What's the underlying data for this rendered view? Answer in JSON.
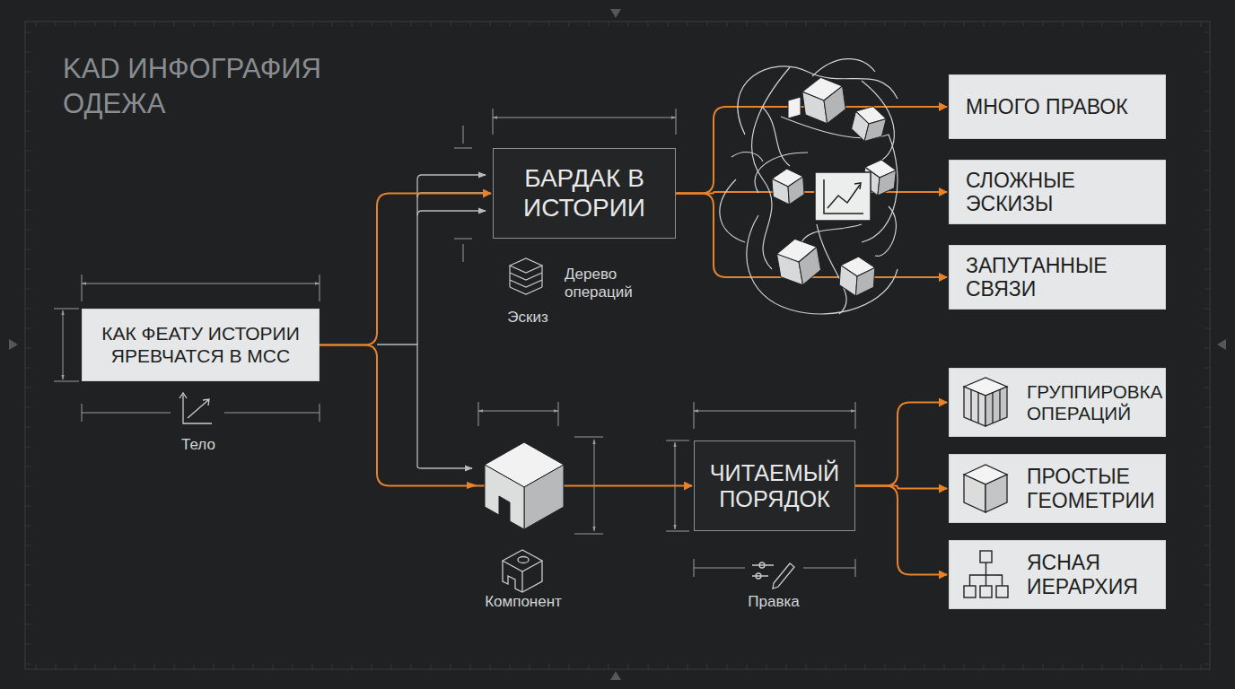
{
  "diagram": {
    "title": "KAD ИНФОГРАФИЯ ОДЕЖА",
    "nodes": [
      {
        "text": [
          "КАК ФЕАТУ ИСТОРИИ ЯРЕВЧАТСЯ В МСС"
        ]
      },
      {
        "text": [
          "БАРДАК В ИСТОРИИ"
        ]
      },
      {
        "text": [
          "ЧИТАЕМЫЙ ПОРЯДОК"
        ]
      },
      {
        "text": [
          "МНОГО ПРАВОК"
        ]
      },
      {
        "text": [
          "СЛОЖНЫЕ ЭСКИЗЫ"
        ]
      },
      {
        "text": [
          "ЗАПУТАННЫЕ СВЯЗИ"
        ]
      },
      {
        "text": [
          "ГРУППИРОВКА ОПЕРАЦИЙ"
        ]
      },
      {
        "text": [
          "ПРОСТЫЕ ГЕОМЕТРИИ"
        ]
      },
      {
        "text": [
          "ЯСНАЯ ИЕРАРХИЯ"
        ]
      }
    ],
    "edges": [
      {
        "from": 0,
        "to": 1,
        "arrow": "to"
      },
      {
        "from": 0,
        "to": 2,
        "arrow": "to"
      },
      {
        "from": 1,
        "to": 3,
        "arrow": "to"
      },
      {
        "from": 1,
        "to": 4,
        "arrow": "to"
      },
      {
        "from": 1,
        "to": 5,
        "arrow": "to"
      },
      {
        "from": 2,
        "to": 6,
        "arrow": "to"
      },
      {
        "from": 2,
        "to": 7,
        "arrow": "to"
      },
      {
        "from": 2,
        "to": 8,
        "arrow": "to"
      }
    ],
    "labels": [
      "Тело",
      "Дерево операций",
      "Эскиз",
      "Компонент",
      "Правка"
    ]
  }
}
